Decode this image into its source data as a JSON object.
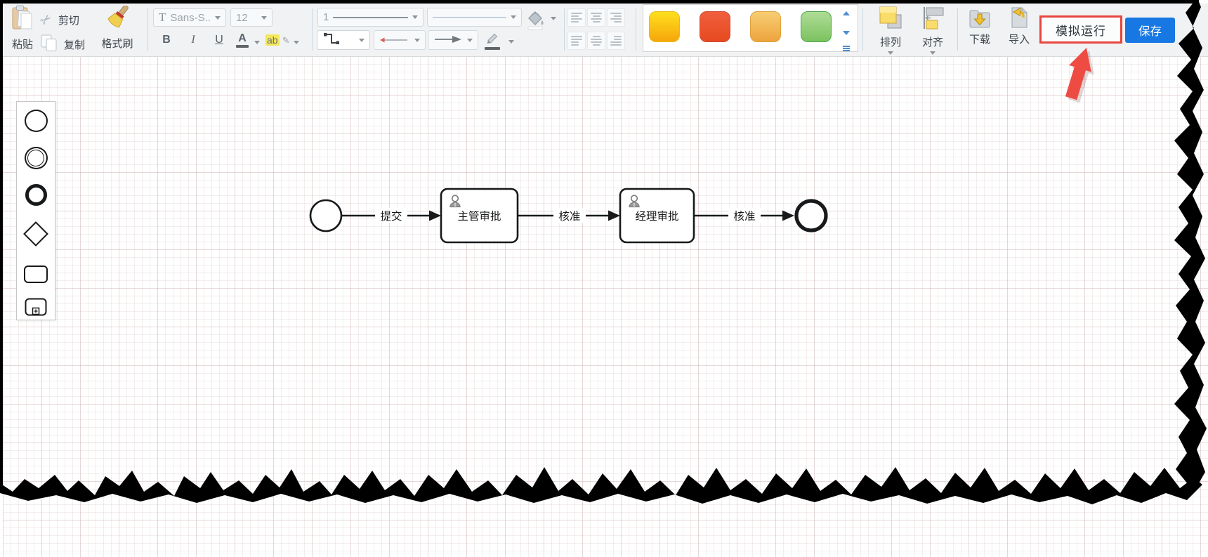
{
  "app": {
    "toolbar_bg": "#f1f2f3",
    "accent_red": "#e8453e",
    "save_blue": "#1878e3",
    "arrow_red": "#ee4c43"
  },
  "toolbar": {
    "clipboard_group": {
      "paste": "粘贴",
      "cut": "剪切",
      "copy": "复制",
      "format_painter": "格式刷"
    },
    "font_group": {
      "family": "Sans-S...",
      "size": "12",
      "bold": "B",
      "italic": "I",
      "underline": "U",
      "font_color": "A",
      "highlight": "ab"
    },
    "line_group": {
      "stroke_width": "1"
    },
    "align_group": {
      "buttons": [
        "align-left",
        "align-center",
        "align-right",
        "align-top",
        "align-middle",
        "align-bottom"
      ]
    },
    "swatches": [
      {
        "name": "yellow",
        "top": "#ffdf1e",
        "bottom": "#f6a60b",
        "border": "#e5bd12"
      },
      {
        "name": "red-orange",
        "top": "#f05f3e",
        "bottom": "#e74a1f",
        "border": "#cf4830"
      },
      {
        "name": "orange",
        "top": "#f7cd72",
        "bottom": "#eda43d",
        "border": "#dfa13e"
      },
      {
        "name": "green",
        "top": "#afdc96",
        "bottom": "#7cc25f",
        "border": "#49a84a"
      }
    ],
    "action_group": {
      "arrange": "排列",
      "align": "对齐",
      "download": "下载",
      "import": "导入",
      "simulate": "模拟运行",
      "save": "保存"
    }
  },
  "palette": {
    "items": [
      "start-event-circle",
      "intermediate-event-double-circle",
      "end-event-thick-circle",
      "gateway-diamond",
      "task-rounded-rect",
      "subprocess-rect"
    ]
  },
  "diagram": {
    "tasks": [
      {
        "label": "主管审批"
      },
      {
        "label": "经理审批"
      }
    ],
    "edges": [
      {
        "label": "提交"
      },
      {
        "label": "核准"
      },
      {
        "label": "核准"
      }
    ]
  }
}
